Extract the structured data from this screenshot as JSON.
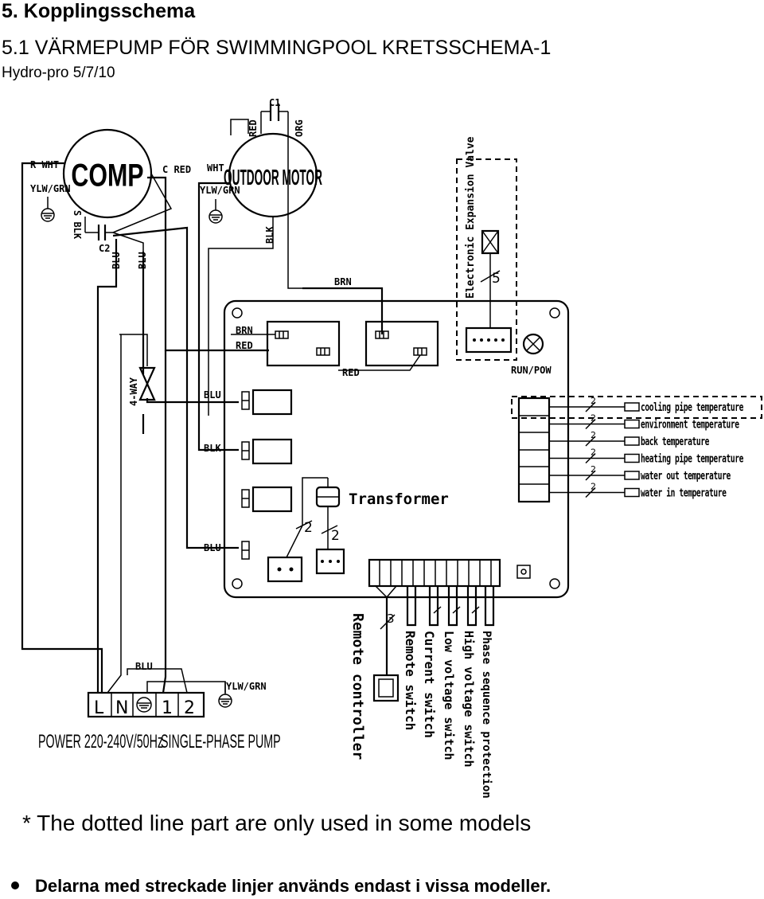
{
  "header": {
    "section_title": "5. Kopplingsschema",
    "subtitle": "5.1 VÄRMEPUMP FÖR SWIMMINGPOOL KRETSSCHEMA-1",
    "model": "Hydro-pro 5/7/10"
  },
  "diagram": {
    "components": {
      "comp": "COMP",
      "outdoor_motor": "OUTDOOR MOTOR",
      "c1": "C1",
      "c2": "C2",
      "four_way": "4-WAY",
      "transformer": "Transformer",
      "run_pow": "RUN/POW",
      "expansion_valve": "Electronic Expansion Valve"
    },
    "wire_labels": {
      "r_wht": "R WHT",
      "c_red": "C RED",
      "s_blk": "S BLK",
      "ylw_grn": "YLW/GRN",
      "wht": "WHT",
      "red": "RED",
      "org": "ORG",
      "blk": "BLK",
      "blu": "BLU",
      "brn": "BRN"
    },
    "wire_counts": {
      "five": "5",
      "two": "2",
      "three": "3"
    },
    "sensors": [
      "cooling pipe temperature",
      "environment temperature",
      "back temperature",
      "heating pipe temperature",
      "water out temperature",
      "water in temperature"
    ],
    "switches": [
      "Remote controller",
      "Remote switch",
      "Current switch",
      "Low voltage switch",
      "High voltage switch",
      "Phase sequence protection"
    ],
    "terminals": [
      "L",
      "N",
      "1",
      "2"
    ],
    "power_label": "POWER 220-240V/50Hz",
    "pump_label": "SINGLE-PHASE PUMP",
    "note": "* The dotted line part are only used in some models"
  },
  "footer": {
    "bullet": "Delarna med streckade linjer används endast i vissa modeller."
  }
}
